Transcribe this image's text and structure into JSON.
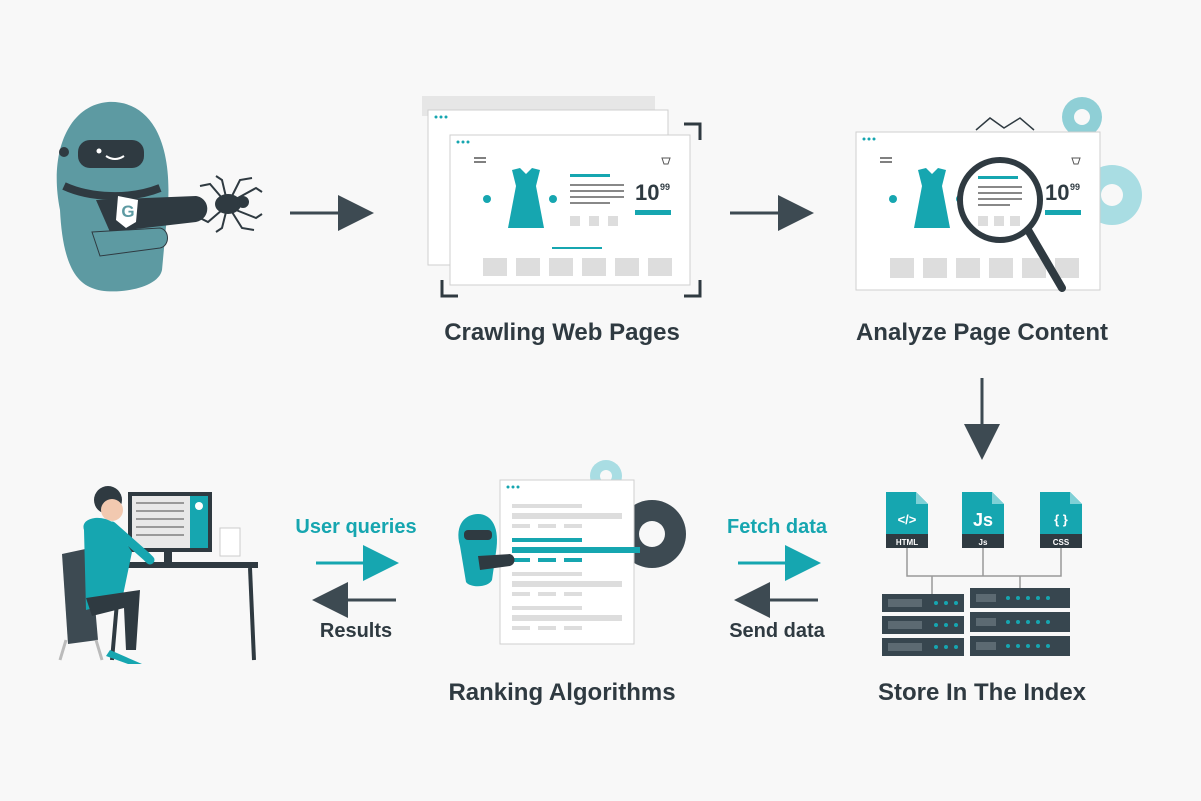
{
  "steps": {
    "crawling": "Crawling Web Pages",
    "analyze": "Analyze Page Content",
    "ranking": "Ranking Algorithms",
    "store": "Store In The Index"
  },
  "flows": {
    "user_queries": "User queries",
    "results": "Results",
    "fetch_data": "Fetch data",
    "send_data": "Send data"
  },
  "product_card": {
    "price_main": "10",
    "price_cents": "99"
  },
  "files": {
    "html_glyph": "</>",
    "html_label": "HTML",
    "js_glyph": "Js",
    "js_label": "Js",
    "css_glyph": "{ }",
    "css_label": "CSS"
  },
  "logo_letter": "G",
  "colors": {
    "teal": "#16a6b0",
    "light_teal": "#a9dde3",
    "dark": "#2f3a41",
    "robot": "#5d9aa2",
    "server": "#37464f"
  },
  "icons": [
    "robot-icon",
    "spider-icon",
    "magnifier-icon",
    "gear-icon",
    "server-icon",
    "person-at-computer-icon",
    "file-icon",
    "arrow-icon"
  ]
}
